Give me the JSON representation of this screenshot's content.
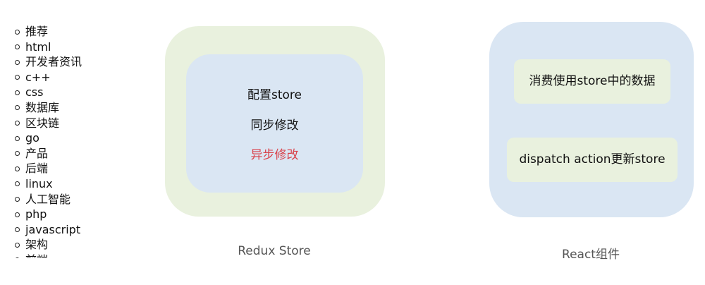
{
  "categories": [
    "推荐",
    "html",
    "开发者资讯",
    "c++",
    "css",
    "数据库",
    "区块链",
    "go",
    "产品",
    "后端",
    "linux",
    "人工智能",
    "php",
    "javascript",
    "架构",
    "前端"
  ],
  "redux": {
    "lines": [
      "配置store",
      "同步修改",
      "异步修改"
    ],
    "caption": "Redux Store"
  },
  "react": {
    "card_consume": "消费使用store中的数据",
    "card_dispatch": "dispatch action更新store",
    "caption": "React组件"
  },
  "colors": {
    "green_box": "#e9f1de",
    "blue_box": "#dae6f3",
    "danger_text": "#d9434c"
  }
}
